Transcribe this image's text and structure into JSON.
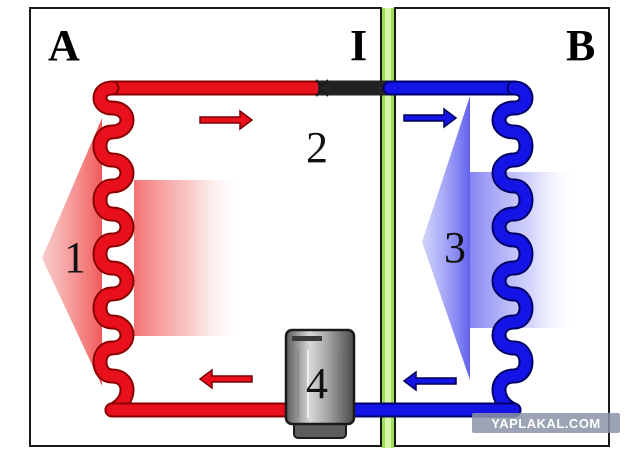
{
  "labels": {
    "region_a": "A",
    "region_b": "B",
    "boundary": "I",
    "condenser": "1",
    "expansion": "2",
    "evaporator": "3",
    "compressor": "4"
  },
  "watermark": "YAPLAKAL.COM",
  "colors": {
    "hot": "#e8101c",
    "cold": "#1414e6",
    "boundary": "#9be05a",
    "frame": "#1a1a1a"
  },
  "icons": {
    "compressor": "compressor-icon",
    "arrows": "flow-arrow-icon"
  }
}
